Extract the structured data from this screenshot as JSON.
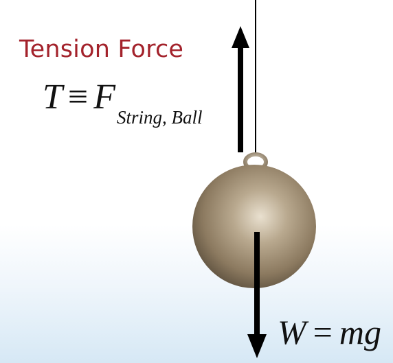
{
  "title": "Tension Force",
  "tension_equation": {
    "lhs": "T",
    "operator": "≡",
    "rhs": "F",
    "subscript": "String, Ball"
  },
  "weight_equation": {
    "lhs": "W",
    "operator": "=",
    "rhs": "mg"
  },
  "colors": {
    "title": "#a3222b",
    "ball": "#9c8a70",
    "arrow": "#000000",
    "string": "#000000"
  }
}
